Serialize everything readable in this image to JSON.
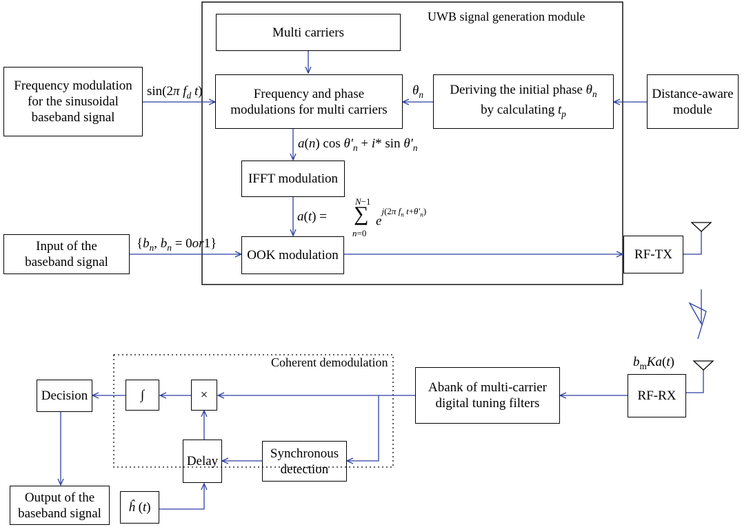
{
  "modules": {
    "uwb": "UWB signal generation module",
    "coherent": "Coherent demodulation"
  },
  "blocks": {
    "multi_carriers": "Multi carriers",
    "freq_phase": [
      "Frequency and phase",
      "modulations for multi carriers"
    ],
    "deriving": [
      "Deriving the initial phase θn",
      "by calculating tp"
    ],
    "distance_aware": [
      "Distance-aware",
      "module"
    ],
    "freq_mod_sin": [
      "Frequency modulation",
      "for the sinusoidal",
      "baseband signal"
    ],
    "ifft": "IFFT modulation",
    "input_baseband": [
      "Input of the",
      "baseband signal"
    ],
    "ook": "OOK modulation",
    "rf_tx": "RF-TX",
    "rf_rx": "RF-RX",
    "filter_bank": [
      "Abank of multi-carrier",
      "digital tuning filters"
    ],
    "multiplier": "×",
    "integrator": "∫",
    "decision": "Decision",
    "delay": "Delay",
    "sync_detect": [
      "Synchronous",
      "detection"
    ],
    "output_baseband": [
      "Output of the",
      "baseband signal"
    ],
    "h_hat": "ĥ (t)"
  },
  "labels": {
    "sin_signal": "sin(2πfdt)",
    "theta_n": "θn",
    "a_n_expr": "a(n) cos θ′n + i* sin θ′n",
    "a_t_expr": "a(t) = Σ_{n=0}^{N−1} e^{j(2πfnt+θ′n)}",
    "b_n_expr": "{bn, bn = 0or1}",
    "rx_signal": "bmKa(t)"
  },
  "colors": {
    "arrow": "#2b3fa0",
    "box_border": "#000000"
  }
}
